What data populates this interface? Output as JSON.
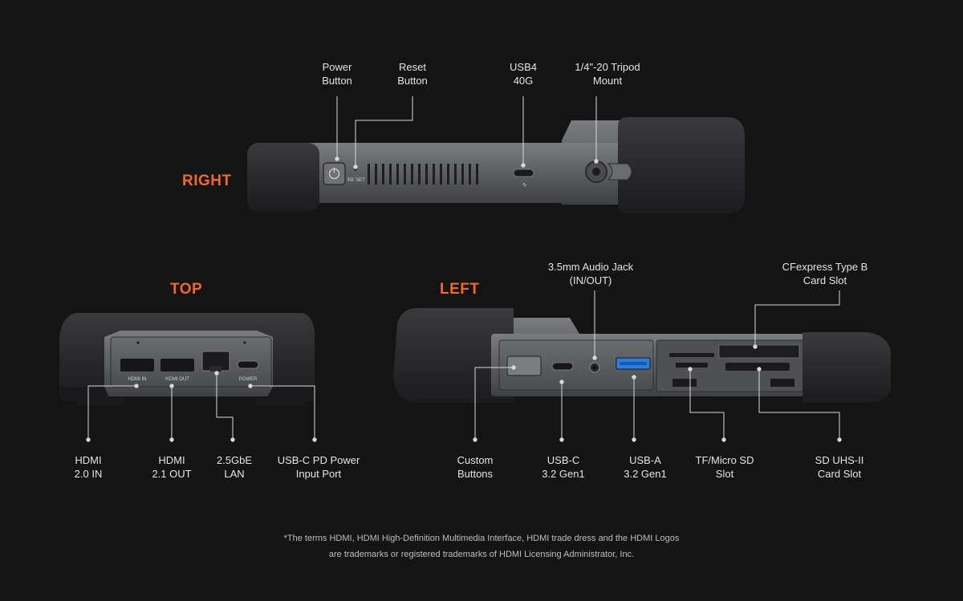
{
  "sections": {
    "right": "RIGHT",
    "top": "TOP",
    "left": "LEFT"
  },
  "right_labels": {
    "power": [
      "Power",
      "Button"
    ],
    "reset": [
      "Reset",
      "Button"
    ],
    "usb4": [
      "USB4",
      "40G"
    ],
    "tripod": [
      "1/4\"-20 Tripod",
      "Mount"
    ]
  },
  "top_labels": {
    "hdmi_in": [
      "HDMI",
      "2.0 IN"
    ],
    "hdmi_out": [
      "HDMI",
      "2.1 OUT"
    ],
    "lan": [
      "2.5GbE",
      "LAN"
    ],
    "usbc_pd": [
      "USB-C PD Power",
      "Input Port"
    ]
  },
  "left_labels": {
    "audio": [
      "3.5mm Audio Jack",
      "(IN/OUT)"
    ],
    "cfexpress": [
      "CFexpress Type B",
      "Card Slot"
    ],
    "custom": [
      "Custom",
      "Buttons"
    ],
    "usbc": [
      "USB-C",
      "3.2 Gen1"
    ],
    "usba": [
      "USB-A",
      "3.2 Gen1"
    ],
    "tf": [
      "TF/Micro SD",
      "Slot"
    ],
    "sd": [
      "SD UHS-II",
      "Card Slot"
    ]
  },
  "device_text": {
    "hdmi_in": "HDMI IN",
    "hdmi_out": "HDMI OUT",
    "power": "POWER",
    "reset": "RE SET"
  },
  "footnote": [
    "*The terms HDMI, HDMI High-Definition Multimedia Interface, HDMI trade dress and the HDMI Logos",
    "are trademarks or registered trademarks of HDMI Licensing Administrator, Inc."
  ],
  "colors": {
    "accent": "#f26a1f",
    "background": "#141414",
    "bumper": "#2a2a2c",
    "body": "#5b5d60",
    "line": "#d8d8d8"
  }
}
